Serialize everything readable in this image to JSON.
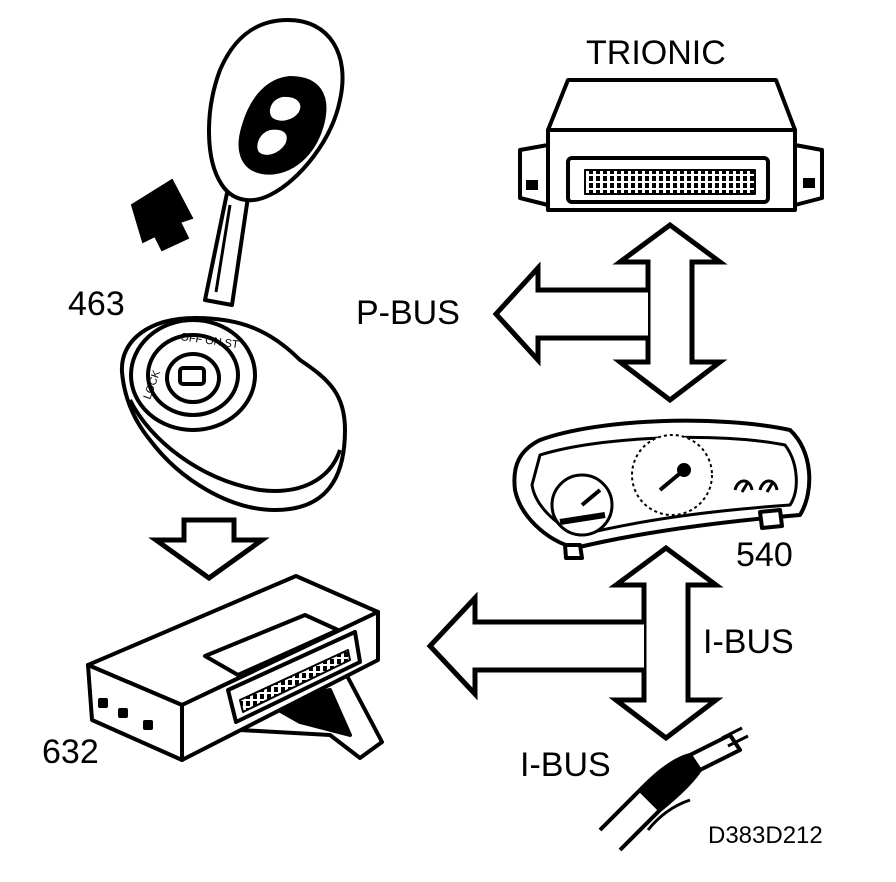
{
  "labels": {
    "trionic": "TRIONIC",
    "p_bus": "P-BUS",
    "i_bus_right": "I-BUS",
    "i_bus_bottom": "I-BUS",
    "part_463": "463",
    "part_540": "540",
    "part_632": "632",
    "figure_code": "D383D212"
  },
  "ignition_switch_markings": {
    "positions": "OFF ON ST",
    "lock": "LOCK"
  }
}
